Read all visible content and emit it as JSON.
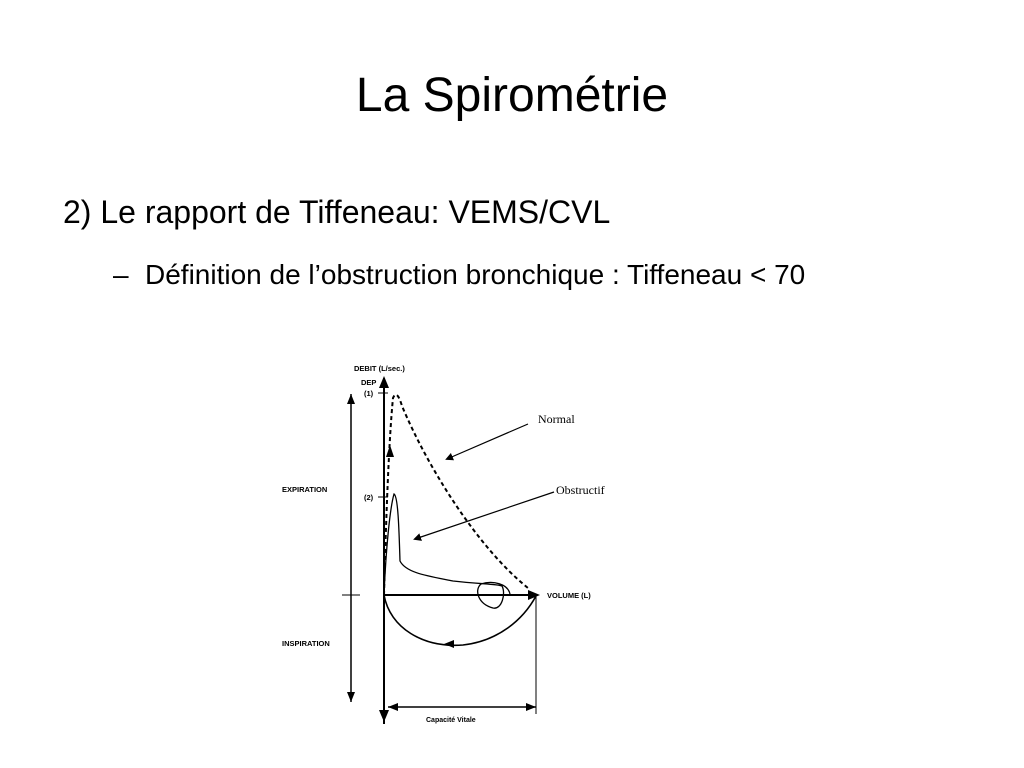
{
  "slide": {
    "title": "La Spirométrie",
    "bullet_1": "2) Le rapport de Tiffeneau: VEMS/CVL",
    "bullet_2_dash": "–",
    "bullet_2": "Définition de l’obstruction bronchique : Tiffeneau < 70"
  },
  "figure": {
    "y_axis_label": "DEBIT (L/sec.)",
    "dep_label": "DEP",
    "marker_1": "(1)",
    "marker_2": "(2)",
    "x_axis_label": "VOLUME (L)",
    "expiration_label": "EXPIRATION",
    "inspiration_label": "INSPIRATION",
    "capacity_label": "Capacité Vitale",
    "normal_label": "Normal",
    "obstructive_label": "Obstructif"
  }
}
